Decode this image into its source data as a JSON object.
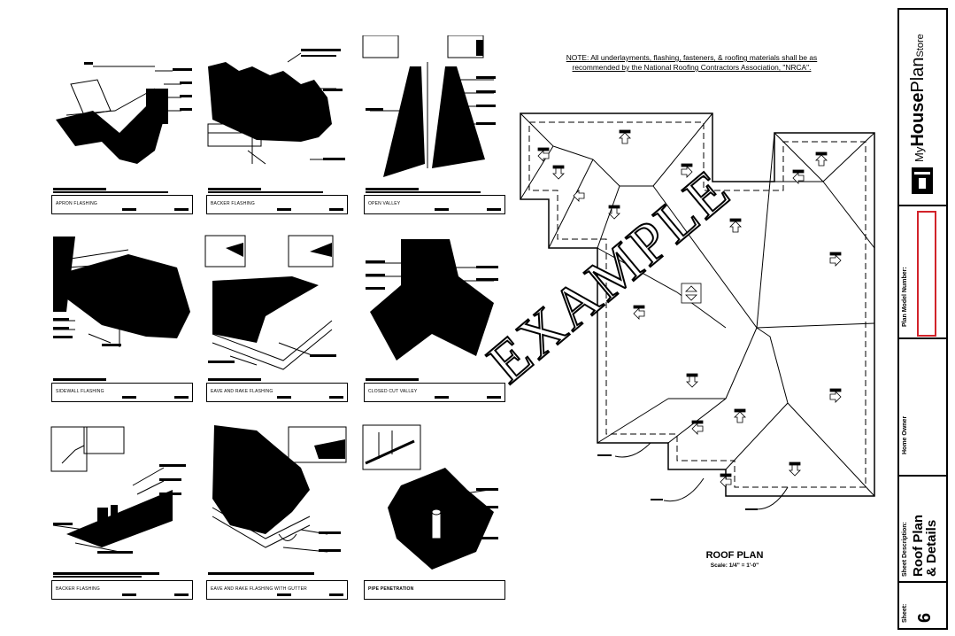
{
  "note": {
    "line1": "NOTE: All underlayments, flashing, fasteners, & roofing materials shall be as",
    "line2": "recommended by the National Roofing Contractors Association, \"NRCA\"."
  },
  "details": [
    {
      "caption": "APRON FLASHING"
    },
    {
      "caption": "BACKER FLASHING"
    },
    {
      "caption": "OPEN VALLEY"
    },
    {
      "caption": "SIDEWALL FLASHING"
    },
    {
      "caption": "EAVE AND RAKE FLASHING"
    },
    {
      "caption": "CLOSED CUT VALLEY"
    },
    {
      "caption": "BACKER FLASHING"
    },
    {
      "caption": "EAVE AND RAKE FLASHING WITH GUTTER"
    },
    {
      "caption": "PIPE PENETRATION"
    }
  ],
  "roof_plan": {
    "title": "ROOF PLAN",
    "scale": "Scale: 1/4\" = 1'-0\""
  },
  "watermark": "EXAMPLE",
  "title_block": {
    "brand_my": "My",
    "brand_house": "House",
    "brand_plan": "Plan",
    "brand_store": "Store",
    "plan_model_label": "Plan Model Number:",
    "home_owner_label": "Home Owner",
    "sheet_desc_label": "Sheet Description:",
    "sheet_desc_line1": "Roof Plan",
    "sheet_desc_line2": "& Details",
    "sheet_label": "Sheet:",
    "sheet_number": "6"
  },
  "colors": {
    "model_box_border": "#d2232a",
    "ink": "#000000"
  }
}
